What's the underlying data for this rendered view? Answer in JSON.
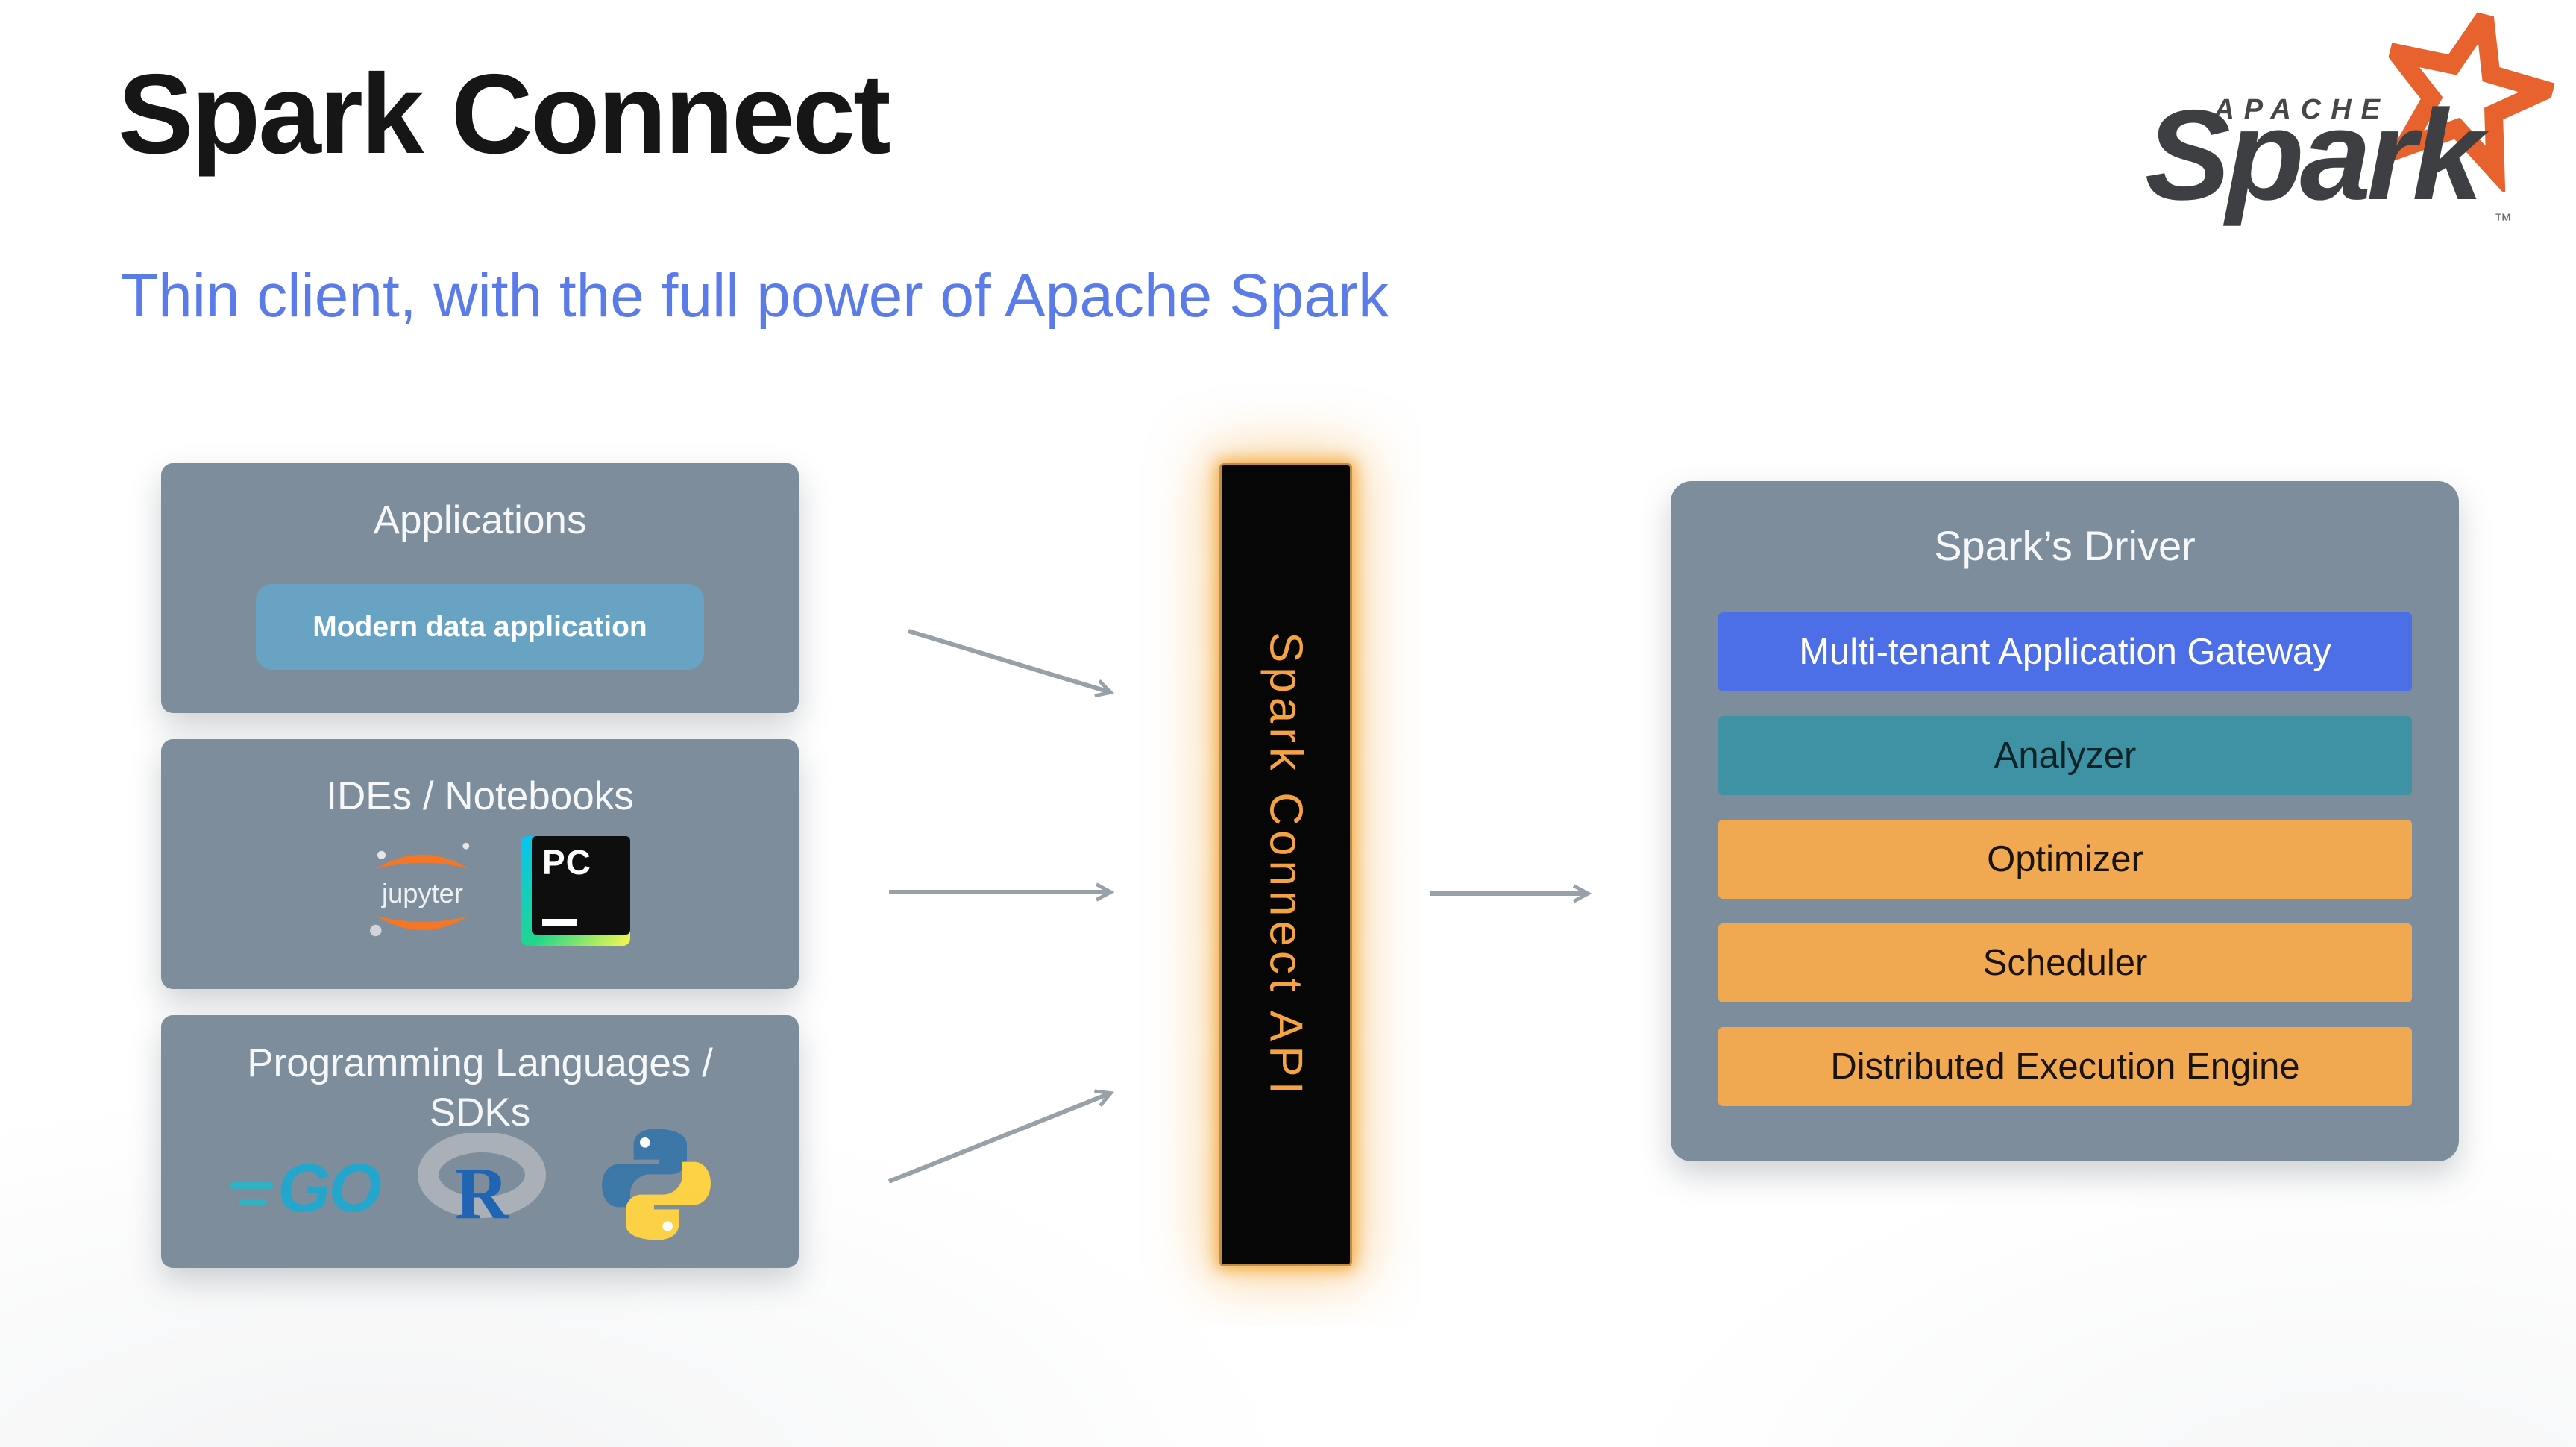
{
  "slide": {
    "title": "Spark Connect",
    "subtitle": "Thin client, with the full power of Apache Spark"
  },
  "logo": {
    "apache": "APACHE",
    "spark": "Spark",
    "tm": "™"
  },
  "sources": {
    "applications": {
      "title": "Applications",
      "chip": "Modern data application"
    },
    "ides": {
      "title": "IDEs / Notebooks",
      "jupyter_label": "jupyter",
      "pycharm_label": "PC"
    },
    "languages": {
      "title": "Programming Languages / SDKs",
      "go_label": "GO",
      "r_label": "R"
    }
  },
  "pillar": {
    "label": "Spark Connect API"
  },
  "driver": {
    "title": "Spark’s Driver",
    "rows": [
      {
        "label": "Multi-tenant Application Gateway",
        "color": "#4c6fe8"
      },
      {
        "label": "Analyzer",
        "color": "#3e92a3"
      },
      {
        "label": "Optimizer",
        "color": "#f0a950"
      },
      {
        "label": "Scheduler",
        "color": "#f0a950"
      },
      {
        "label": "Distributed Execution Engine",
        "color": "#f0a950"
      }
    ]
  },
  "colors": {
    "panel_gray": "#7e8d9b",
    "chip_blue": "#68a3c4",
    "subtitle_blue": "#5b7ce8",
    "pillar_bg": "#060606",
    "pillar_text_orange": "#f5a243",
    "arrow_gray": "#98a1a8",
    "spark_logo_orange": "#e8622d"
  }
}
